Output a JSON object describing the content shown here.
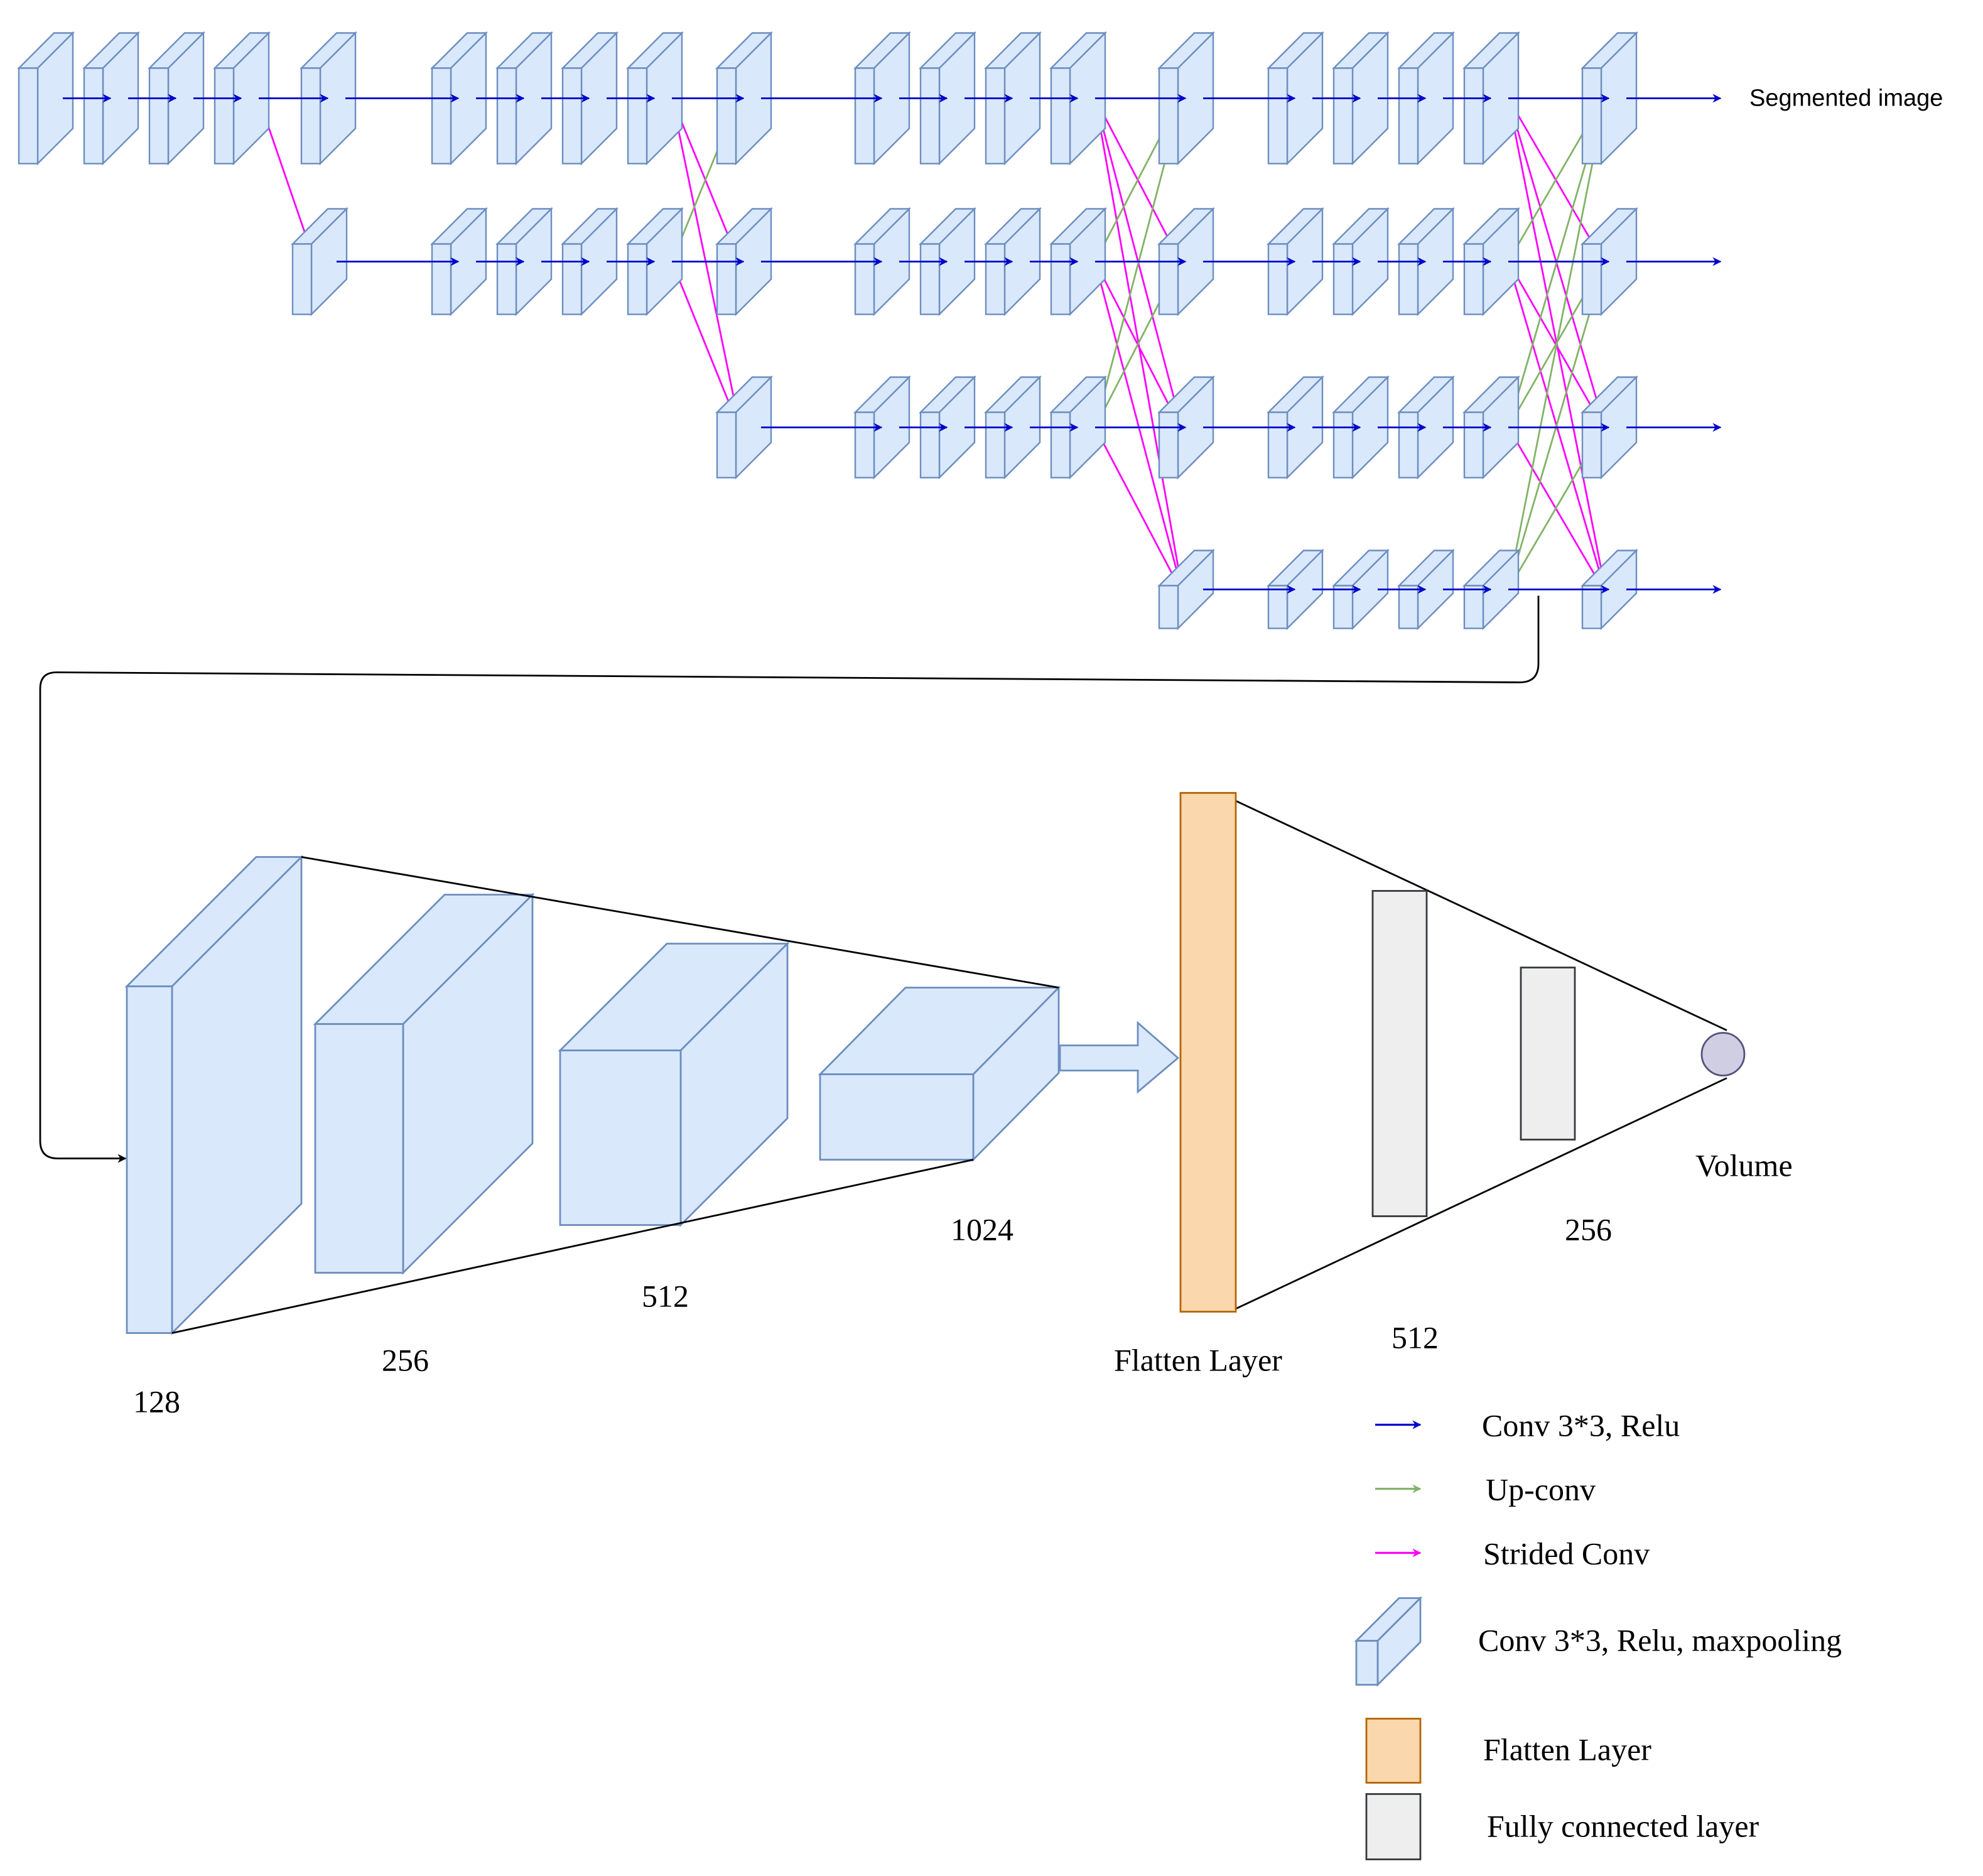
{
  "colors": {
    "block_fill": "#dae8fc",
    "block_stroke": "#6c8ebf",
    "conv_arrow": "#0000cc",
    "upconv_arrow": "#82b366",
    "strided_arrow": "#ff00ff",
    "flatten_fill": "#fad7ac",
    "flatten_stroke": "#b46504",
    "fc_fill": "#eeeeee",
    "fc_stroke": "#36393d",
    "output_node_fill": "#d0cee2",
    "output_node_stroke": "#56517e",
    "line": "#000000"
  },
  "output_label": "Segmented image",
  "encoder": {
    "block_labels": [
      "128",
      "256",
      "512",
      "1024"
    ]
  },
  "head": {
    "flatten_label": "Flatten Layer",
    "fc_labels": [
      "512",
      "256"
    ],
    "output_label": "Volume"
  },
  "legend": {
    "conv": "Conv 3*3, Relu",
    "upconv": "Up-conv",
    "strided": "Strided Conv",
    "block": "Conv 3*3, Relu, maxpooling",
    "flatten": "Flatten Layer",
    "fc": "Fully connected layer"
  }
}
